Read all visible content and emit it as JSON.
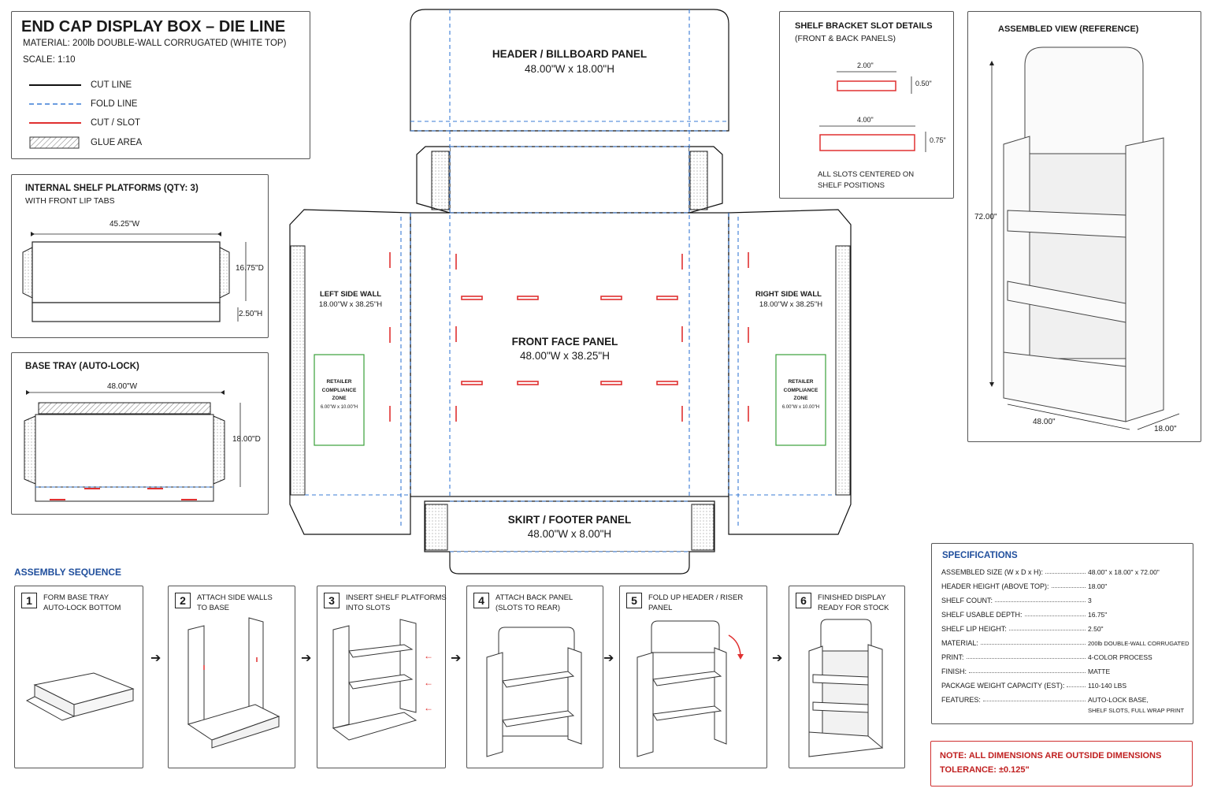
{
  "title_block": {
    "title": "END CAP DISPLAY BOX – DIE LINE",
    "material": "MATERIAL: 200lb DOUBLE-WALL CORRUGATED (WHITE TOP)",
    "scale": "SCALE: 1:10",
    "legend": [
      {
        "label": "CUT LINE",
        "kind": "cut",
        "color": "#111111"
      },
      {
        "label": "FOLD LINE",
        "kind": "fold",
        "color": "#3a7bd5"
      },
      {
        "label": "CUT / SLOT",
        "kind": "slot",
        "color": "#e03030"
      },
      {
        "label": "GLUE AREA",
        "kind": "glue",
        "color": "#555555"
      }
    ]
  },
  "shelf_platforms": {
    "title": "INTERNAL SHELF PLATFORMS (QTY: 3)",
    "subtitle": "WITH FRONT LIP TABS",
    "width": "45.25\"W",
    "depth": "16.75\"D",
    "lip": "2.50\"H"
  },
  "base_tray": {
    "title": "BASE TRAY (AUTO-LOCK)",
    "width": "48.00\"W",
    "depth": "18.00\"D"
  },
  "die_line": {
    "header_title": "HEADER / BILLBOARD PANEL",
    "header_dims": "48.00\"W x 18.00\"H",
    "front_title": "FRONT FACE PANEL",
    "front_dims": "48.00\"W x 38.25\"H",
    "left_title": "LEFT SIDE WALL",
    "left_dims": "18.00\"W x 38.25\"H",
    "right_title": "RIGHT SIDE WALL",
    "right_dims": "18.00\"W x 38.25\"H",
    "skirt_title": "SKIRT / FOOTER PANEL",
    "skirt_dims": "48.00\"W x 8.00\"H",
    "compliance": [
      "RETAILER",
      "COMPLIANCE",
      "ZONE",
      "6.00\"W x 10.00\"H"
    ]
  },
  "slot_details": {
    "title": "SHELF BRACKET SLOT DETAILS",
    "subtitle": "(FRONT & BACK PANELS)",
    "slot1_w": "2.00\"",
    "slot1_h": "0.50\"",
    "slot2_w": "4.00\"",
    "slot2_h": "0.75\"",
    "note_1": "ALL SLOTS CENTERED ON",
    "note_2": "SHELF POSITIONS"
  },
  "assembled": {
    "title": "ASSEMBLED VIEW (REFERENCE)",
    "height": "72.00\"",
    "width": "48.00\"",
    "depth": "18.00\""
  },
  "assembly": {
    "title": "ASSEMBLY SEQUENCE",
    "steps": [
      {
        "num": "1",
        "text": "FORM BASE TRAY\nAUTO-LOCK BOTTOM"
      },
      {
        "num": "2",
        "text": "ATTACH SIDE WALLS\nTO BASE"
      },
      {
        "num": "3",
        "text": "INSERT SHELF PLATFORMS\nINTO SLOTS"
      },
      {
        "num": "4",
        "text": "ATTACH BACK PANEL\n(SLOTS TO REAR)"
      },
      {
        "num": "5",
        "text": "FOLD UP HEADER / RISER\nPANEL"
      },
      {
        "num": "6",
        "text": "FINISHED DISPLAY\nREADY FOR STOCK"
      }
    ],
    "arrow": "➔"
  },
  "specs": {
    "title": "SPECIFICATIONS",
    "rows": [
      {
        "label": "ASSEMBLED SIZE (W x D x H):",
        "value": "48.00\" x 18.00\" x 72.00\""
      },
      {
        "label": "HEADER HEIGHT (ABOVE TOP):",
        "value": "18.00\""
      },
      {
        "label": "SHELF COUNT:",
        "value": "3"
      },
      {
        "label": "SHELF USABLE DEPTH:",
        "value": "16.75\""
      },
      {
        "label": "SHELF LIP HEIGHT:",
        "value": "2.50\""
      },
      {
        "label": "MATERIAL:",
        "value": "200lb DOUBLE-WALL CORRUGATED"
      },
      {
        "label": "PRINT:",
        "value": "4-COLOR PROCESS"
      },
      {
        "label": "FINISH:",
        "value": "MATTE"
      },
      {
        "label": "PACKAGE WEIGHT CAPACITY (EST):",
        "value": "110-140 LBS"
      },
      {
        "label": "FEATURES:",
        "value": "AUTO-LOCK BASE,"
      }
    ],
    "features_2": "SHELF SLOTS, FULL WRAP PRINT"
  },
  "note": {
    "line1": "NOTE: ALL DIMENSIONS ARE OUTSIDE DIMENSIONS",
    "line2": "TOLERANCE: ±0.125\""
  },
  "colors": {
    "cut": "#111111",
    "fold": "#3a7bd5",
    "slot": "#e03030",
    "heading_blue": "#1f4e9c",
    "compliance": "#3aa03a"
  }
}
